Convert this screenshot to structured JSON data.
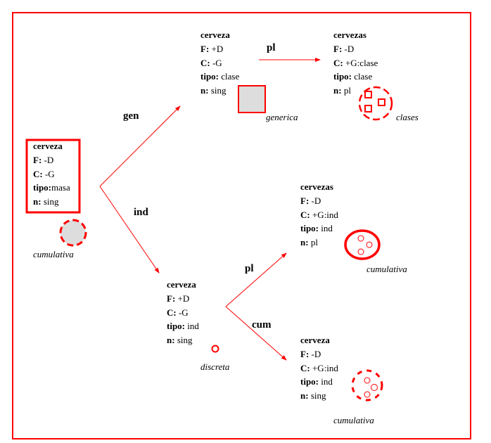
{
  "colors": {
    "accent": "#ff0000",
    "fill": "#dddddd"
  },
  "nodes": {
    "root": {
      "word": "cerveza",
      "f_key": "F:",
      "f_val": " -D",
      "c_key": "C:",
      "c_val": " -G",
      "tipo_key": "tipo:",
      "tipo_val": "masa",
      "n_key": "n:",
      "n_val": " sing",
      "caption": "cumulativa"
    },
    "gen": {
      "word": "cerveza",
      "f_key": "F:",
      "f_val": " +D",
      "c_key": "C:",
      "c_val": " -G",
      "tipo_key": "tipo:",
      "tipo_val": " clase",
      "n_key": "n:",
      "n_val": " sing",
      "caption": "generica"
    },
    "gen_pl": {
      "word": "cervezas",
      "f_key": "F:",
      "f_val": " -D",
      "c_key": "C:",
      "c_val": " +G:clase",
      "tipo_key": "tipo:",
      "tipo_val": " clase",
      "n_key": "n:",
      "n_val": " pl",
      "caption": "clases"
    },
    "ind": {
      "word": "cerveza",
      "f_key": "F:",
      "f_val": " +D",
      "c_key": "C:",
      "c_val": " -G",
      "tipo_key": "tipo:",
      "tipo_val": " ind",
      "n_key": "n:",
      "n_val": " sing",
      "caption": "discreta"
    },
    "ind_pl": {
      "word": "cervezas",
      "f_key": "F:",
      "f_val": " -D",
      "c_key": "C:",
      "c_val": " +G:ind",
      "tipo_key": "tipo:",
      "tipo_val": " ind",
      "n_key": "n:",
      "n_val": " pl",
      "caption": "cumulativa"
    },
    "ind_cum": {
      "word": "cerveza",
      "f_key": "F:",
      "f_val": " -D",
      "c_key": "C:",
      "c_val": " +G:ind",
      "tipo_key": "tipo:",
      "tipo_val": " ind",
      "n_key": "n:",
      "n_val": " sing",
      "caption": "cumulativa"
    }
  },
  "edges": {
    "gen": "gen",
    "ind": "ind",
    "pl_top": "pl",
    "pl_bottom": "pl",
    "cum": "cum"
  }
}
